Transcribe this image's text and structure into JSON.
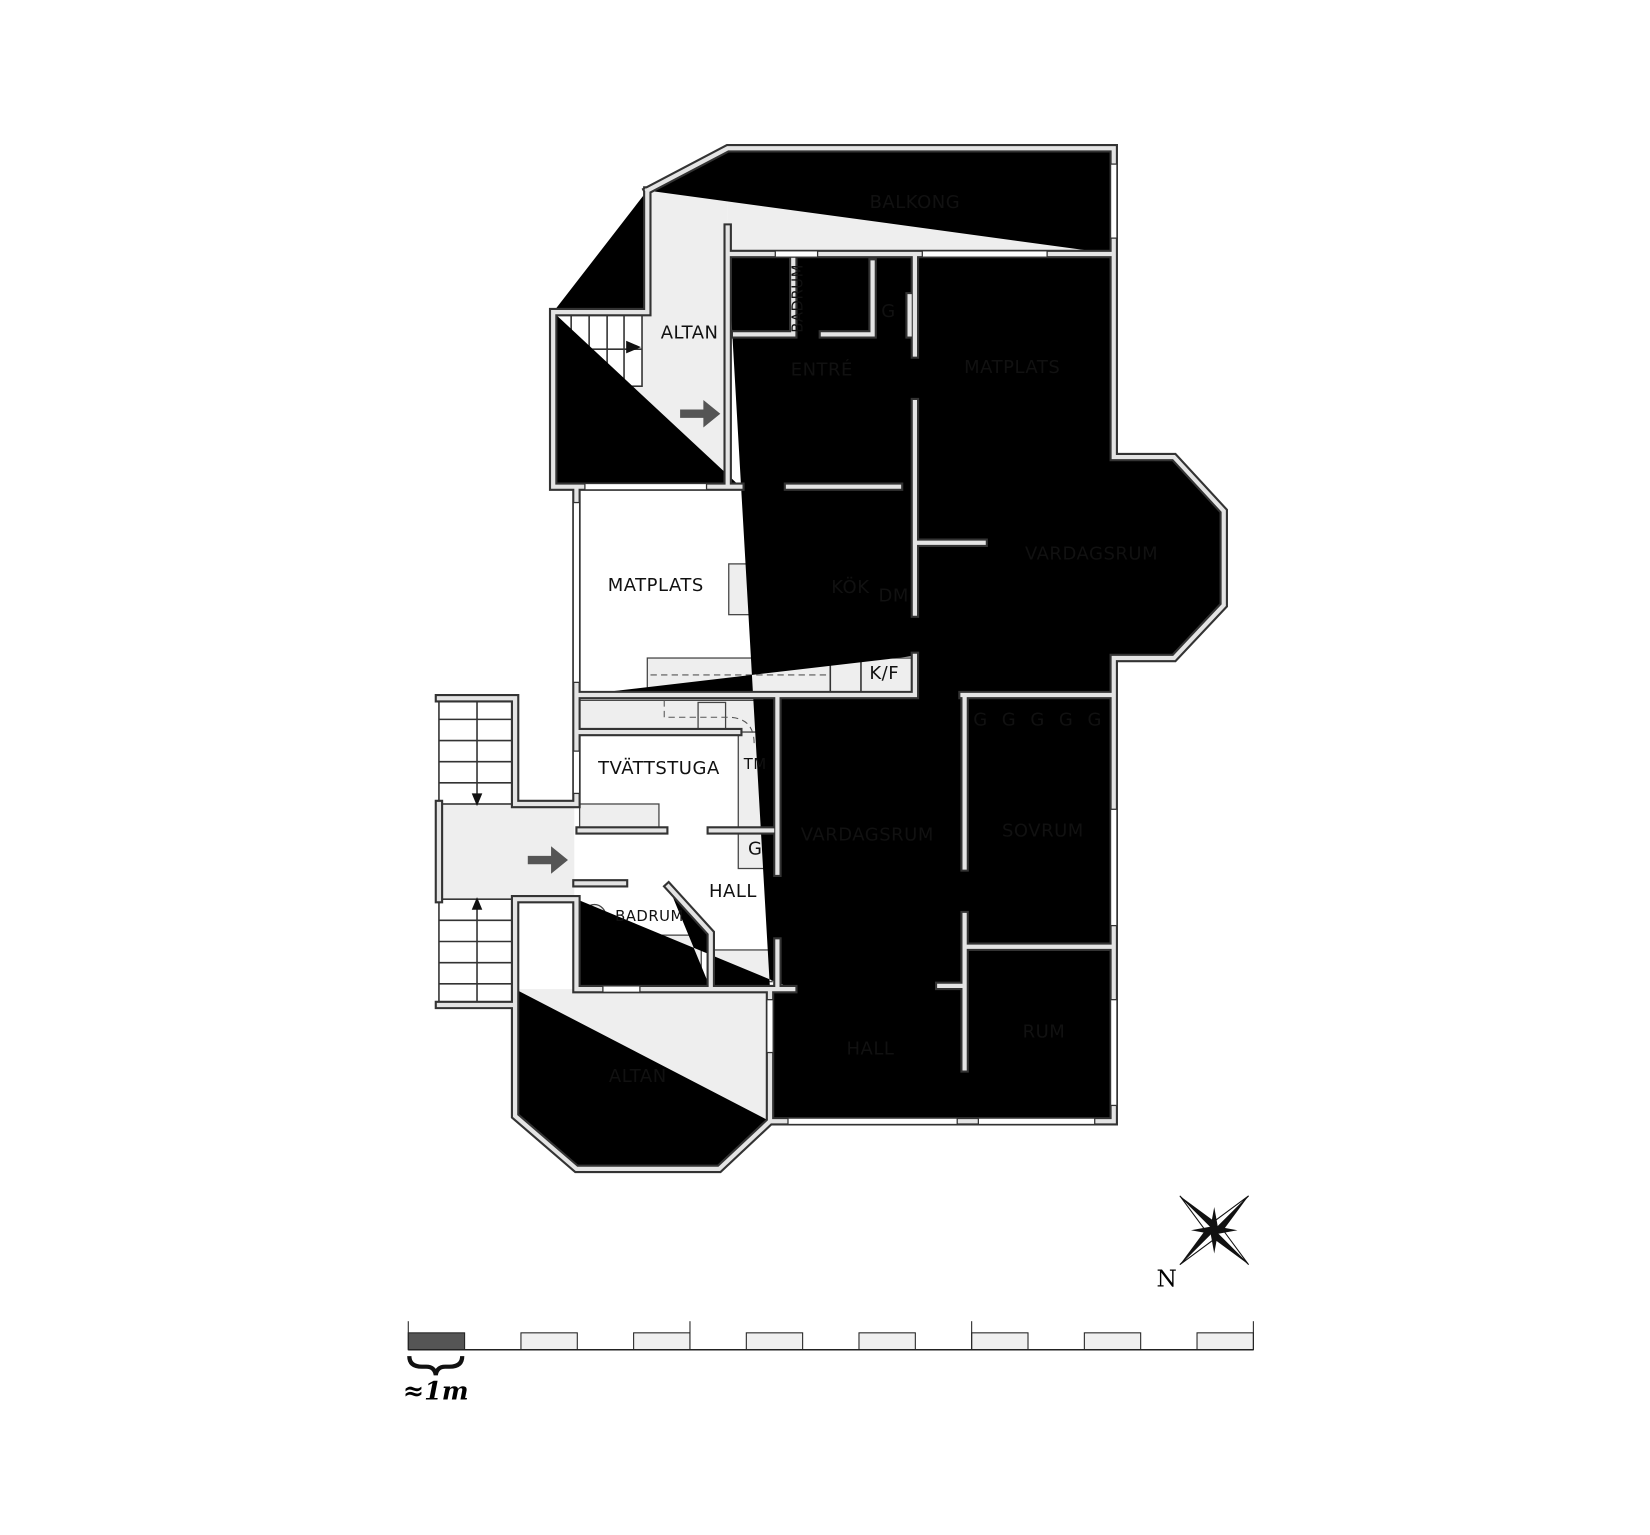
{
  "floorplan": {
    "rooms": {
      "balkong": "BALKONG",
      "altan_upper": "ALTAN",
      "badrum_upper": "BADRUM",
      "g_upper": "G",
      "entre": "ENTRÉ",
      "matplats_right": "MATPLATS",
      "vardagsrum_right": "VARDAGSRUM",
      "matplats_left": "MATPLATS",
      "kok": "KÖK",
      "dm": "DM",
      "kf": "K/F",
      "tvattstuga": "TVÄTTSTUGA",
      "tm": "TM",
      "g_tvatt": "G",
      "vardagsrum_center": "VARDAGSRUM",
      "sovrum": "SOVRUM",
      "wardrobes": [
        "G",
        "G",
        "G",
        "G",
        "G"
      ],
      "hall_upper": "HALL",
      "badrum_lower": "BADRUM",
      "hall_lower": "HALL",
      "rum": "RUM",
      "altan_lower": "ALTAN"
    },
    "compass": {
      "label": "N",
      "icon": "compass-rose-icon"
    },
    "scale": {
      "label": "≈1m",
      "segments": 15
    },
    "colors": {
      "wall": "#333333",
      "outdoor_fill": "#eeeeee",
      "scale_dark": "#555555",
      "scale_light": "#f0f0f0"
    }
  }
}
